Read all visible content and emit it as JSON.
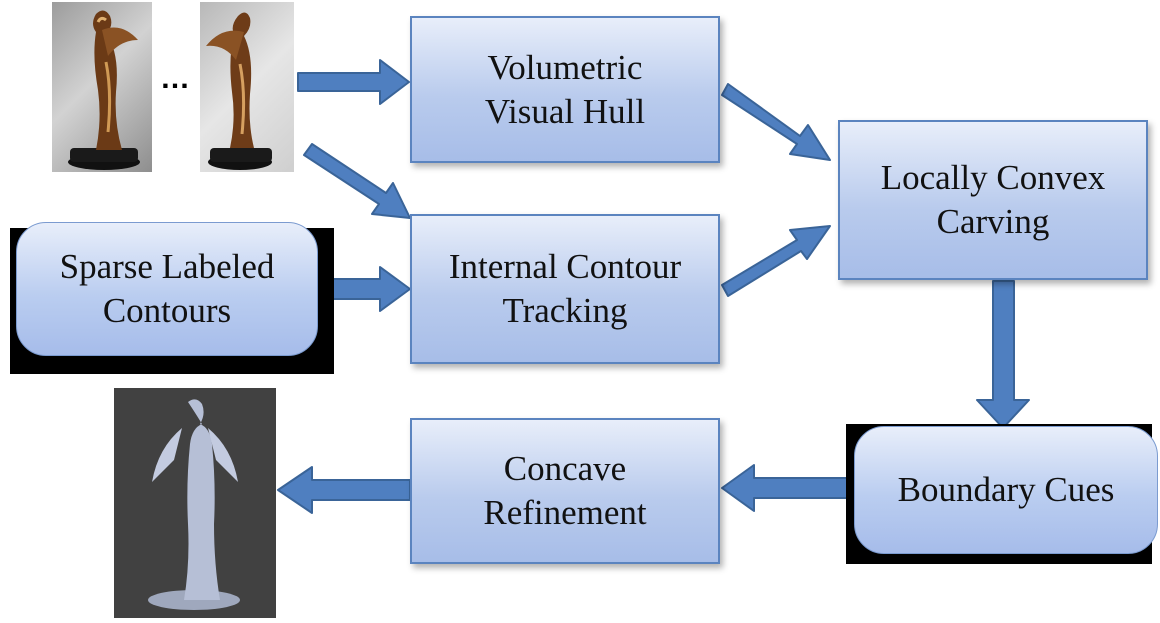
{
  "nodes": {
    "visual_hull": "Volumetric\nVisual Hull",
    "contour_tracking": "Internal Contour\nTracking",
    "sparse_contours": "Sparse Labeled\nContours",
    "convex_carving": "Locally Convex\nCarving",
    "boundary_cues": "Boundary Cues",
    "concave_refinement": "Concave\nRefinement"
  },
  "ellipsis": "…",
  "colors": {
    "box_border": "#5b84bf",
    "arrow_fill": "#4f7fc0",
    "arrow_stroke": "#3a6498",
    "shadow": "#000000"
  }
}
